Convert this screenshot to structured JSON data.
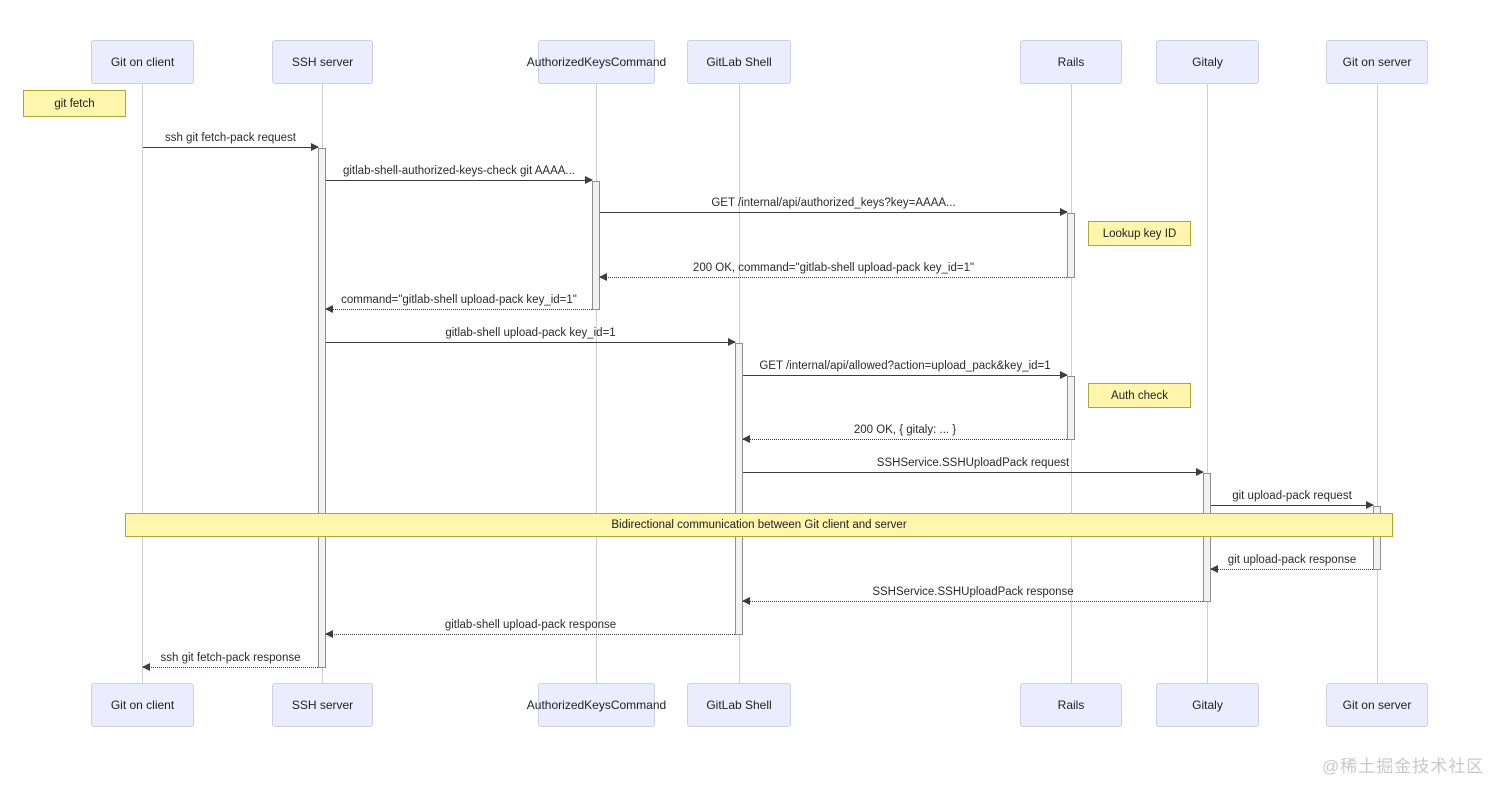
{
  "participants": [
    {
      "label": "Git on client"
    },
    {
      "label": "SSH server"
    },
    {
      "label": "AuthorizedKeysCommand"
    },
    {
      "label": "GitLab Shell"
    },
    {
      "label": "Rails"
    },
    {
      "label": "Gitaly"
    },
    {
      "label": "Git on server"
    }
  ],
  "notes": [
    {
      "label": "git fetch",
      "position": "left of Git on client"
    },
    {
      "label": "Lookup key ID",
      "position": "right of Rails"
    },
    {
      "label": "Auth check",
      "position": "right of Rails"
    },
    {
      "label": "Bidirectional communication between Git client and server",
      "position": "over all participants"
    }
  ],
  "messages": [
    {
      "label": "ssh git fetch-pack request",
      "from": "Git on client",
      "to": "SSH server",
      "line": "solid"
    },
    {
      "label": "gitlab-shell-authorized-keys-check git AAAA...",
      "from": "SSH server",
      "to": "AuthorizedKeysCommand",
      "line": "solid"
    },
    {
      "label": "GET /internal/api/authorized_keys?key=AAAA...",
      "from": "AuthorizedKeysCommand",
      "to": "Rails",
      "line": "solid"
    },
    {
      "label": "200 OK, command=\"gitlab-shell upload-pack key_id=1\"",
      "from": "Rails",
      "to": "AuthorizedKeysCommand",
      "line": "dashed"
    },
    {
      "label": "command=\"gitlab-shell upload-pack key_id=1\"",
      "from": "AuthorizedKeysCommand",
      "to": "SSH server",
      "line": "dashed"
    },
    {
      "label": "gitlab-shell upload-pack key_id=1",
      "from": "SSH server",
      "to": "GitLab Shell",
      "line": "solid"
    },
    {
      "label": "GET /internal/api/allowed?action=upload_pack&key_id=1",
      "from": "GitLab Shell",
      "to": "Rails",
      "line": "solid"
    },
    {
      "label": "200 OK, { gitaly: ... }",
      "from": "Rails",
      "to": "GitLab Shell",
      "line": "dashed"
    },
    {
      "label": "SSHService.SSHUploadPack request",
      "from": "GitLab Shell",
      "to": "Gitaly",
      "line": "solid"
    },
    {
      "label": "git upload-pack request",
      "from": "Gitaly",
      "to": "Git on server",
      "line": "solid"
    },
    {
      "label": "git upload-pack response",
      "from": "Git on server",
      "to": "Gitaly",
      "line": "dashed"
    },
    {
      "label": "SSHService.SSHUploadPack response",
      "from": "Gitaly",
      "to": "GitLab Shell",
      "line": "dashed"
    },
    {
      "label": "gitlab-shell upload-pack response",
      "from": "GitLab Shell",
      "to": "SSH server",
      "line": "dashed"
    },
    {
      "label": "ssh git fetch-pack response",
      "from": "SSH server",
      "to": "Git on client",
      "line": "dashed"
    }
  ],
  "watermark": {
    "text": "@稀土掘金技术社区"
  },
  "colors": {
    "participant_fill": "#ECECFF",
    "participant_border": "#cfcfe6",
    "note_fill": "#fff5ad",
    "note_border": "#aaaa33",
    "line": "#3d3d3d",
    "lifeline": "#cfcfcf",
    "activation_fill": "#f2f2f2"
  }
}
